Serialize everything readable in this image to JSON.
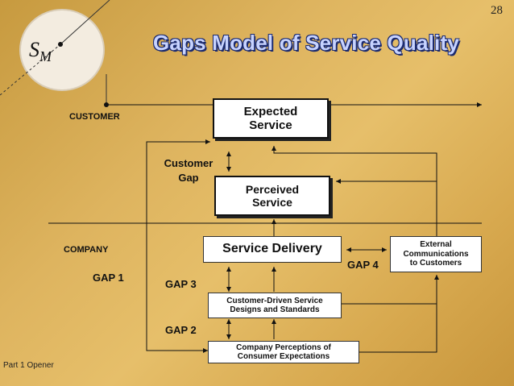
{
  "page_number": "28",
  "logo": {
    "letter": "S",
    "subscript": "M"
  },
  "title": "Gaps Model of Service Quality",
  "labels": {
    "customer": "CUSTOMER",
    "company": "COMPANY",
    "customer_gap": "Customer\nGap"
  },
  "boxes": {
    "expected_service": "Expected\nService",
    "perceived_service": "Perceived\nService",
    "service_delivery": "Service Delivery",
    "external_communications": "External\nCommunications\nto Customers",
    "designs_standards": "Customer-Driven Service\nDesigns and Standards",
    "company_perceptions": "Company Perceptions of\nConsumer Expectations"
  },
  "gaps": {
    "gap1": "GAP 1",
    "gap2": "GAP 2",
    "gap3": "GAP 3",
    "gap4": "GAP 4"
  },
  "footer": "Part 1 Opener",
  "colors": {
    "title_fill": "#c7d3ff",
    "title_outline": "#1b2a6e",
    "background": "#deb45f"
  }
}
